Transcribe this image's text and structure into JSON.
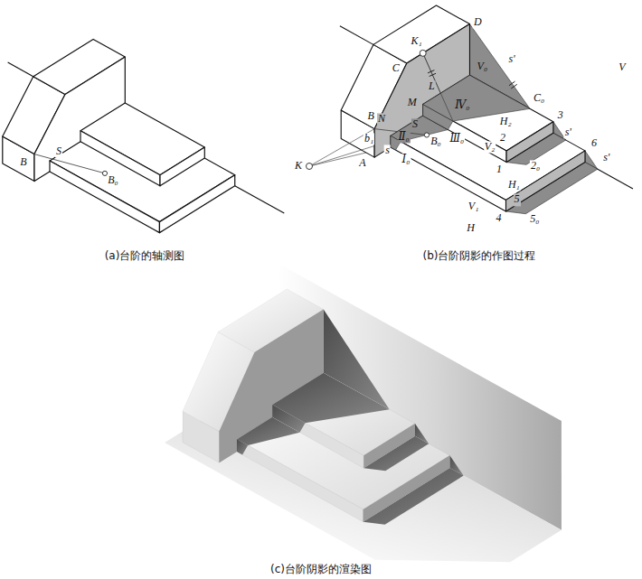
{
  "diagram": {
    "labels": [
      "B",
      "S",
      "B₀",
      "D",
      "K₁",
      "C",
      "s'",
      "V",
      "C₀",
      "L",
      "M",
      "Ⅳ₀",
      "V₀",
      "3",
      "B",
      "S",
      "H₂",
      "s'",
      "N",
      "Ⅱ₀",
      "Ⅲ₀",
      "2",
      "b₁",
      "s",
      "B₀",
      "2₀",
      "6",
      "K",
      "A",
      "Ⅰ₀",
      "1",
      "H₁",
      "s'",
      "V₁",
      "5",
      "V₂",
      "4",
      "5₀",
      "H",
      "(a)台阶的轴测图",
      "(b)台阶阴影的作图过程",
      "(c)台阶阴影的渲染图"
    ]
  }
}
